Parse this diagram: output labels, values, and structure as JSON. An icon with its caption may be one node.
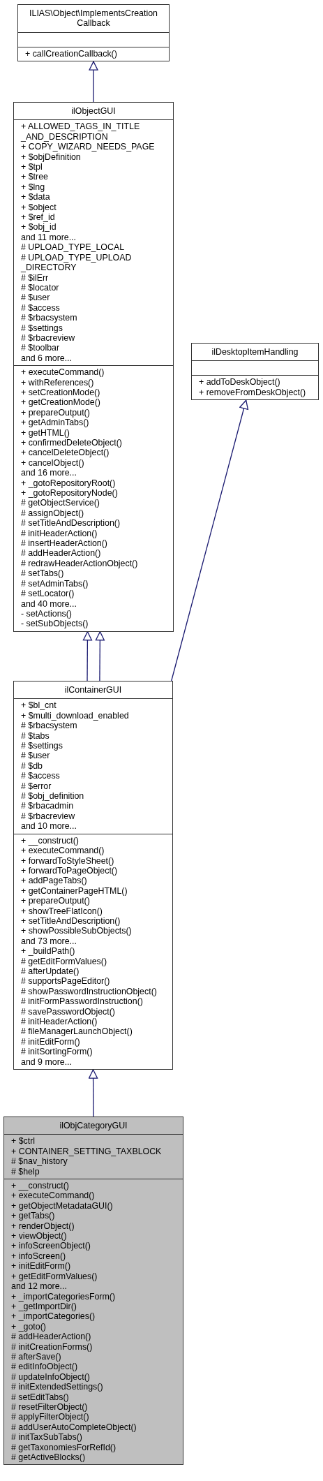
{
  "diagram": {
    "nodes": [
      {
        "text": [
          "ILIAS\\Object\\ImplementsCreation Callback"
        ]
      },
      {
        "text": [],
        "shape": "box",
        "in": 0
      },
      {
        "text": [
          "+ callCreationCallback()"
        ],
        "in": 0
      },
      {
        "text": [
          "ilObjectGUI"
        ]
      },
      {
        "text": [
          "+ ALLOWED_TAGS_IN_TITLE _AND_DESCRIPTION",
          "+ COPY_WIZARD_NEEDS_PAGE",
          "+ $objDefinition",
          "+ $tpl",
          "+ $tree",
          "+ $lng",
          "+ $data",
          "+ $object",
          "+ $ref_id",
          "+ $obj_id",
          "and 11 more...",
          "# UPLOAD_TYPE_LOCAL",
          "# UPLOAD_TYPE_UPLOAD _DIRECTORY",
          "# $ilErr",
          "# $locator",
          "# $user",
          "# $access",
          "# $rbacsystem",
          "# $settings",
          "# $rbacreview",
          "# $toolbar",
          "and 6 more..."
        ],
        "in": 3
      },
      {
        "text": [
          "+ executeCommand()",
          "+ withReferences()",
          "+ setCreationMode()",
          "+ getCreationMode()",
          "+ prepareOutput()",
          "+ getAdminTabs()",
          "+ getHTML()",
          "+ confirmedDeleteObject()",
          "+ cancelDeleteObject()",
          "+ cancelObject()",
          "and 16 more...",
          "+ _gotoRepositoryRoot()",
          "+ _gotoRepositoryNode()",
          "# getObjectService()",
          "# assignObject()",
          "# setTitleAndDescription()",
          "# initHeaderAction()",
          "# insertHeaderAction()",
          "# addHeaderAction()",
          "# redrawHeaderActionObject()",
          "# setTabs()",
          "# setAdminTabs()",
          "# setLocator()",
          "and 40 more...",
          "- setActions()",
          "- setSubObjects()"
        ],
        "in": 3
      },
      {
        "text": [
          "ilDesktopItemHandling"
        ]
      },
      {
        "text": [],
        "shape": "box",
        "in": 6
      },
      {
        "text": [
          "+ addToDeskObject()",
          "+ removeFromDeskObject()"
        ],
        "in": 6
      },
      {
        "text": [
          "ilContainerGUI"
        ]
      },
      {
        "text": [
          "+ $bl_cnt",
          "+ $multi_download_enabled",
          "# $rbacsystem",
          "# $tabs",
          "# $settings",
          "# $user",
          "# $db",
          "# $access",
          "# $error",
          "# $obj_definition",
          "# $rbacadmin",
          "# $rbacreview",
          "and 10 more..."
        ],
        "in": 9
      },
      {
        "text": [
          "+ __construct()",
          "+ executeCommand()",
          "+ forwardToStyleSheet()",
          "+ forwardToPageObject()",
          "+ addPageTabs()",
          "+ getContainerPageHTML()",
          "+ prepareOutput()",
          "+ showTreeFlatIcon()",
          "+ setTitleAndDescription()",
          "+ showPossibleSubObjects()",
          "and 73 more...",
          "+ _buildPath()",
          "# getEditFormValues()",
          "# afterUpdate()",
          "# supportsPageEditor()",
          "# showPasswordInstructionObject()",
          "# initFormPasswordInstruction()",
          "# savePasswordObject()",
          "# initHeaderAction()",
          "# fileManagerLaunchObject()",
          "# initEditForm()",
          "# initSortingForm()",
          "and 9 more..."
        ],
        "in": 9
      },
      {
        "text": [
          "ilObjCategoryGUI"
        ]
      },
      {
        "text": [
          "+ $ctrl",
          "+ CONTAINER_SETTING_TAXBLOCK",
          "# $nav_history",
          "# $help"
        ],
        "in": 12
      },
      {
        "text": [
          "+ __construct()",
          "+ executeCommand()",
          "+ getObjectMetadataGUI()",
          "+ getTabs()",
          "+ renderObject()",
          "+ viewObject()",
          "+ infoScreenObject()",
          "+ infoScreen()",
          "+ initEditForm()",
          "+ getEditFormValues()",
          "and 12 more...",
          "+ _importCategoriesForm()",
          "+ _getImportDir()",
          "+ _importCategories()",
          "+ _goto()",
          "# addHeaderAction()",
          "# initCreationForms()",
          "# afterSave()",
          "# editInfoObject()",
          "# updateInfoObject()",
          "# initExtendedSettings()",
          "# setEditTabs()",
          "# resetFilterObject()",
          "# applyFilterObject()",
          "# addUserAutoCompleteObject()",
          "# initTaxSubTabs()",
          "# getTaxonomiesForRefId()",
          "# getActiveBlocks()"
        ],
        "in": 12
      }
    ],
    "edges": [
      {
        "from": 3,
        "to": 0,
        "arrow": "to"
      },
      {
        "from": 9,
        "to": 3,
        "arrow": "to"
      },
      {
        "from": 9,
        "to": 3,
        "arrow": "to"
      },
      {
        "from": 9,
        "to": 6,
        "arrow": "to"
      },
      {
        "from": 12,
        "to": 9,
        "arrow": "to"
      }
    ]
  }
}
